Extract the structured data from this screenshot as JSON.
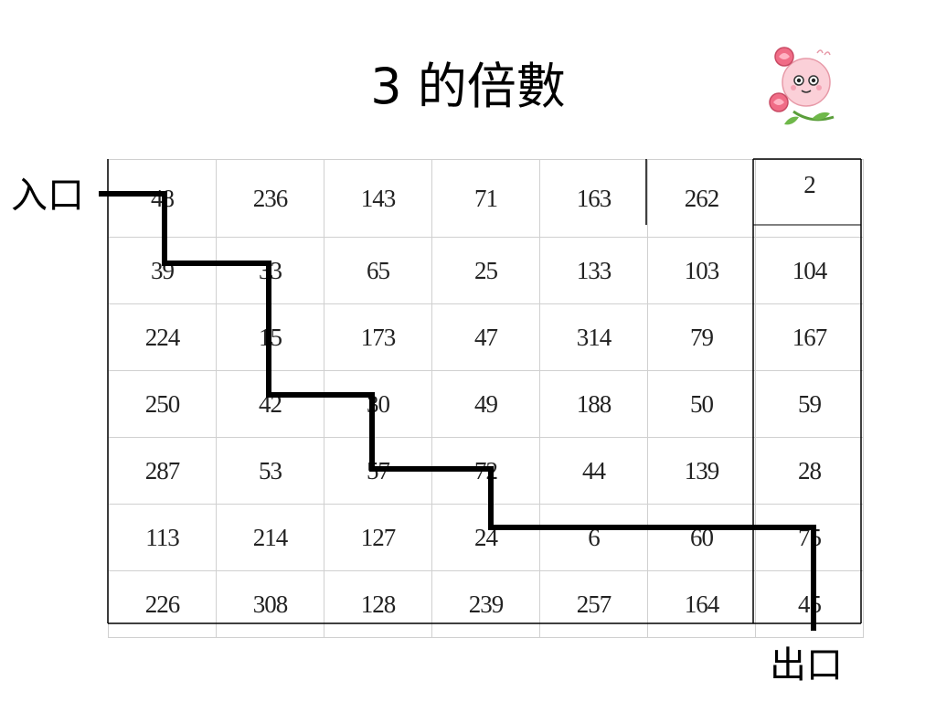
{
  "title": "3 的倍數",
  "entrance_label": "入口",
  "exit_label": "出口",
  "grid": [
    [
      "48",
      "236",
      "143",
      "71",
      "163",
      "262",
      "2"
    ],
    [
      "39",
      "33",
      "65",
      "25",
      "133",
      "103",
      "104"
    ],
    [
      "224",
      "15",
      "173",
      "47",
      "314",
      "79",
      "167"
    ],
    [
      "250",
      "42",
      "30",
      "49",
      "188",
      "50",
      "59"
    ],
    [
      "287",
      "53",
      "57",
      "72",
      "44",
      "139",
      "28"
    ],
    [
      "113",
      "214",
      "127",
      "24",
      "6",
      "60",
      "75"
    ],
    [
      "226",
      "308",
      "128",
      "239",
      "257",
      "164",
      "45"
    ]
  ],
  "path_cells": [
    [
      0,
      0
    ],
    [
      1,
      0
    ],
    [
      1,
      1
    ],
    [
      2,
      1
    ],
    [
      3,
      1
    ],
    [
      3,
      2
    ],
    [
      4,
      2
    ],
    [
      4,
      3
    ],
    [
      5,
      3
    ],
    [
      5,
      4
    ],
    [
      5,
      5
    ],
    [
      5,
      6
    ],
    [
      6,
      6
    ]
  ],
  "colors": {
    "path": "#000000",
    "grid_line": "#d0d0d0",
    "outline": "#000000"
  },
  "mascot_icon": "pink-rose-mascot-icon"
}
